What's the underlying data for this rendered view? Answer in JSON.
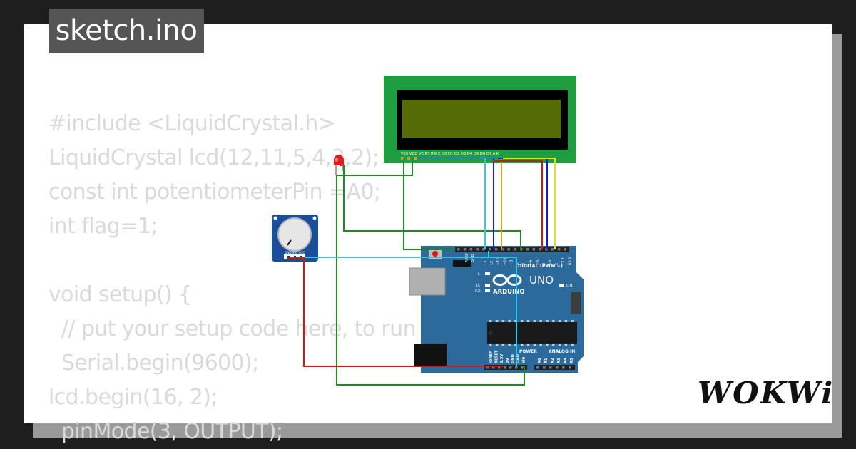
{
  "file_tab": {
    "title": "sketch.ino"
  },
  "code_lines": [
    "#include <LiquidCrystal.h>",
    "LiquidCrystal lcd(12,11,5,4,3,2);",
    "const int potentiometerPin =A0;",
    "int flag=1;",
    "",
    "void setup() {",
    "  // put your setup code here, to run once:",
    "  Serial.begin(9600);",
    "lcd.begin(16, 2);",
    "  pinMode(3, OUTPUT);"
  ],
  "lcd": {
    "pin_labels": "VSS VDD V0 RS RW E  D0 D1 D2 D3 D4 D5 D6 D7  A   K"
  },
  "potentiometer": {
    "pin_labels": "GND SIG VCC"
  },
  "arduino": {
    "brand": "ARDUINO",
    "model": "UNO",
    "digital_label": "DIGITAL (PWM ~)",
    "analog_label": "ANALOG IN",
    "power_label": "POWER",
    "aref_label": "AREF",
    "gnd_label": "GND",
    "led_labels": {
      "l": "L",
      "tx": "TX",
      "rx": "RX",
      "on": "ON"
    },
    "digital_pins": [
      "13",
      "12",
      "~11",
      "~10",
      "~9",
      "8",
      "7",
      "~6",
      "~5",
      "4",
      "~3",
      "2",
      "TX 1",
      "RX 0"
    ],
    "power_pins": [
      "IOREF",
      "RESET",
      "3.3V",
      "5V",
      "GND",
      "GND",
      "Vin"
    ],
    "analog_pins": [
      "A0",
      "A1",
      "A2",
      "A3",
      "A4",
      "A5"
    ]
  },
  "logo": {
    "text": "WOKWi"
  },
  "colors": {
    "wire_green": "#1f8b1f",
    "wire_cyan": "#22ccee",
    "wire_red": "#dd1111",
    "wire_blue": "#1122cc",
    "wire_orange": "#ff9900",
    "wire_yellow": "#eedd00",
    "arduino_blue": "#2b6a9a",
    "lcd_green": "#1e9e3e"
  }
}
